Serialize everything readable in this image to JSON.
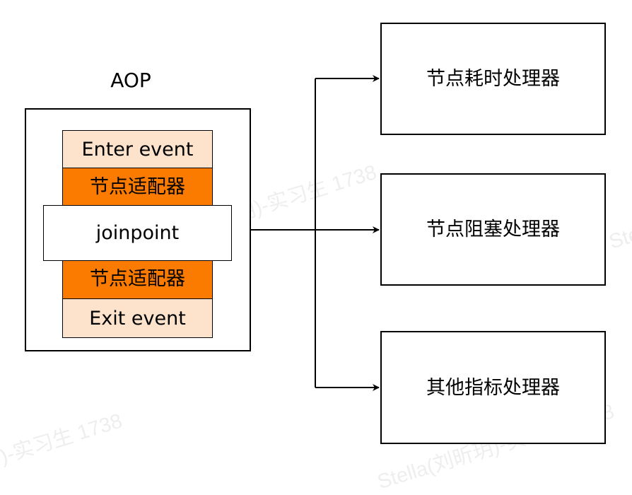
{
  "aop": {
    "title": "AOP",
    "layers": {
      "enter": "Enter event",
      "adapter_top": "节点适配器",
      "joinpoint": "joinpoint",
      "adapter_bottom": "节点适配器",
      "exit": "Exit event"
    }
  },
  "handlers": {
    "time": "节点耗时处理器",
    "block": "节点阻塞处理器",
    "other": "其他指标处理器"
  },
  "watermark": {
    "text_center": "Stella(刘昕玥)-实习生 1738",
    "text_bottom_left": ")-实习生 1738",
    "text_bottom_right": "Stella(刘昕玥)-实习生 1738",
    "text_right_edge": "Ste"
  },
  "colors": {
    "light_fill": "#fde3cc",
    "orange_fill": "#fa7b00",
    "stroke": "#000000"
  }
}
